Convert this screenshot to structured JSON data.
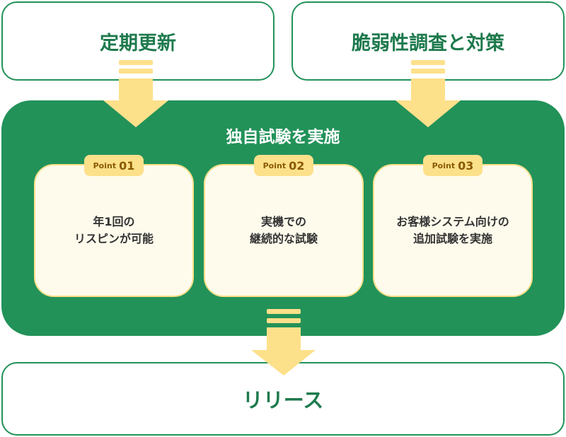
{
  "top_boxes": [
    {
      "label": "定期更新"
    },
    {
      "label": "脆弱性調査と対策"
    }
  ],
  "main": {
    "title": "独自試験を実施",
    "points": [
      {
        "prefix": "Point",
        "number": "01",
        "line1": "年1回の",
        "line2": "リスピンが可能"
      },
      {
        "prefix": "Point",
        "number": "02",
        "line1": "実機での",
        "line2": "継続的な試験"
      },
      {
        "prefix": "Point",
        "number": "03",
        "line1": "お客様システム向けの",
        "line2": "追加試験を実施"
      }
    ]
  },
  "bottom_box": {
    "label": "リリース"
  },
  "colors": {
    "green": "#229259",
    "arrow": "#fde08a",
    "card": "#fffbec",
    "badge_text": "#8a5a00"
  }
}
